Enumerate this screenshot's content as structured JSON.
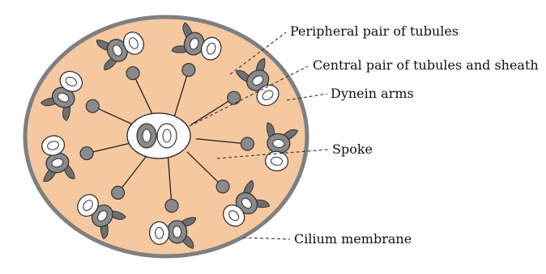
{
  "colors": {
    "cytoplasm": "#f6c8a0",
    "membrane": "#7f7f7f",
    "tubule": "#8a8a8a",
    "tubule_dark": "#444444",
    "line": "#222222"
  },
  "labels": {
    "peripheral": "Peripheral pair of tubules",
    "central": "Central pair of tubules and sheath",
    "dynein": "Dynein arms",
    "spoke": "Spoke",
    "membrane": "Cilium membrane"
  },
  "structure": {
    "peripheral_doublets": 9,
    "central_pair": 1
  }
}
